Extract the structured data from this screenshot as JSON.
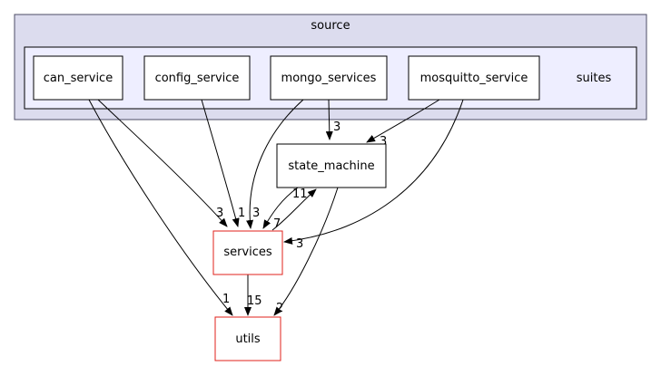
{
  "colors": {
    "outer_cluster_fill": "#dcdcee",
    "outer_cluster_stroke": "#4c4c66",
    "inner_cluster_fill": "#eeeeff",
    "inner_cluster_stroke": "#000000",
    "node_fill": "#ffffff",
    "node_stroke": "#000000",
    "external_node_stroke": "#e0201b",
    "edge": "#000000"
  },
  "clusters": {
    "outer": {
      "label": "source"
    },
    "inner": {
      "label": "suites"
    }
  },
  "nodes": {
    "can_service": {
      "label": "can_service"
    },
    "config_service": {
      "label": "config_service"
    },
    "mongo_services": {
      "label": "mongo_services"
    },
    "mosquitto_service": {
      "label": "mosquitto_service"
    },
    "state_machine": {
      "label": "state_machine"
    },
    "services": {
      "label": "services"
    },
    "utils": {
      "label": "utils"
    }
  },
  "edges": [
    {
      "from": "can_service",
      "to": "services",
      "count": "3"
    },
    {
      "from": "can_service",
      "to": "utils",
      "count": "1"
    },
    {
      "from": "config_service",
      "to": "services",
      "count": "1"
    },
    {
      "from": "mongo_services",
      "to": "state_machine",
      "count": "3"
    },
    {
      "from": "mongo_services",
      "to": "services",
      "count": "3"
    },
    {
      "from": "mosquitto_service",
      "to": "state_machine",
      "count": "3"
    },
    {
      "from": "mosquitto_service",
      "to": "services",
      "count": "3"
    },
    {
      "from": "state_machine",
      "to": "services",
      "count": "7"
    },
    {
      "from": "services",
      "to": "state_machine",
      "count": "11"
    },
    {
      "from": "state_machine",
      "to": "utils",
      "count": "2"
    },
    {
      "from": "services",
      "to": "utils",
      "count": "15"
    }
  ]
}
